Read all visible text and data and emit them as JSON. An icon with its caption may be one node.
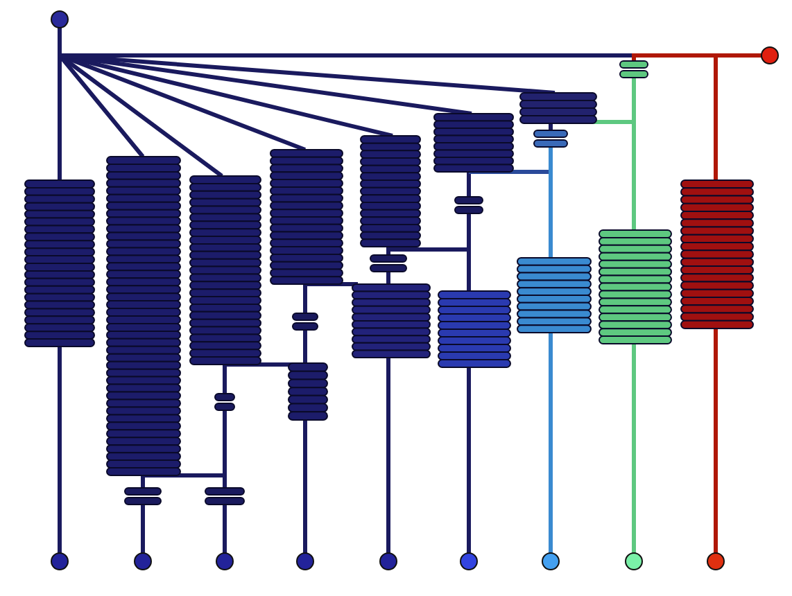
{
  "diagram": {
    "nodes": [
      {
        "text": [],
        "shape": "circle"
      },
      {
        "text": [],
        "shape": "circle"
      },
      {
        "text": [],
        "shape": "circle"
      },
      {
        "text": [],
        "shape": "circle"
      },
      {
        "text": [],
        "shape": "circle"
      },
      {
        "text": [],
        "shape": "circle"
      },
      {
        "text": [],
        "shape": "circle"
      },
      {
        "text": [],
        "shape": "circle"
      },
      {
        "text": [],
        "shape": "circle"
      },
      {
        "text": [],
        "shape": "circle"
      },
      {
        "text": [],
        "shape": "circle"
      },
      {
        "text": [],
        "shape": "coil"
      },
      {
        "text": [],
        "shape": "coil"
      },
      {
        "text": [],
        "shape": "coil"
      },
      {
        "text": [],
        "shape": "coil"
      },
      {
        "text": [],
        "shape": "coil"
      },
      {
        "text": [],
        "shape": "coil"
      },
      {
        "text": [],
        "shape": "coil"
      },
      {
        "text": [],
        "shape": "coil"
      },
      {
        "text": [],
        "shape": "coil"
      },
      {
        "text": [],
        "shape": "coil"
      },
      {
        "text": [],
        "shape": "coil"
      },
      {
        "text": [],
        "shape": "coil"
      },
      {
        "text": [],
        "shape": "coil"
      },
      {
        "text": [],
        "shape": "capacitor"
      },
      {
        "text": [],
        "shape": "capacitor"
      },
      {
        "text": [],
        "shape": "capacitor"
      },
      {
        "text": [],
        "shape": "capacitor"
      },
      {
        "text": [],
        "shape": "capacitor"
      },
      {
        "text": [],
        "shape": "capacitor"
      },
      {
        "text": [],
        "shape": "capacitor"
      },
      {
        "text": [],
        "shape": "capacitor"
      }
    ],
    "edges": [
      {
        "from": 0,
        "to": 11,
        "arrow": "none"
      },
      {
        "from": 0,
        "to": 12,
        "arrow": "none"
      },
      {
        "from": 0,
        "to": 13,
        "arrow": "none"
      },
      {
        "from": 0,
        "to": 14,
        "arrow": "none"
      },
      {
        "from": 0,
        "to": 15,
        "arrow": "none"
      },
      {
        "from": 0,
        "to": 16,
        "arrow": "none"
      },
      {
        "from": 0,
        "to": 17,
        "arrow": "none"
      },
      {
        "from": 0,
        "to": 31,
        "arrow": "none"
      },
      {
        "from": 1,
        "to": 31,
        "arrow": "none",
        "color": "#b01808"
      },
      {
        "from": 1,
        "to": 23,
        "arrow": "none",
        "color": "#b01808"
      },
      {
        "from": 11,
        "to": 2,
        "arrow": "none"
      },
      {
        "from": 12,
        "to": 24,
        "arrow": "none"
      },
      {
        "from": 12,
        "to": 25,
        "arrow": "none"
      },
      {
        "from": 26,
        "to": 25,
        "arrow": "none"
      },
      {
        "from": 13,
        "to": 26,
        "arrow": "none"
      },
      {
        "from": 13,
        "to": 19,
        "arrow": "none"
      },
      {
        "from": 27,
        "to": 19,
        "arrow": "none"
      },
      {
        "from": 14,
        "to": 27,
        "arrow": "none"
      },
      {
        "from": 14,
        "to": 18,
        "arrow": "none"
      },
      {
        "from": 28,
        "to": 18,
        "arrow": "none"
      },
      {
        "from": 15,
        "to": 28,
        "arrow": "none"
      },
      {
        "from": 15,
        "to": 20,
        "arrow": "none"
      },
      {
        "from": 29,
        "to": 20,
        "arrow": "none"
      },
      {
        "from": 16,
        "to": 29,
        "arrow": "none"
      },
      {
        "from": 16,
        "to": 21,
        "arrow": "none",
        "color": "#2a4a9a"
      },
      {
        "from": 30,
        "to": 21,
        "arrow": "none",
        "color": "#3a8ad0"
      },
      {
        "from": 17,
        "to": 30,
        "arrow": "none"
      },
      {
        "from": 17,
        "to": 22,
        "arrow": "none",
        "color": "#5ec880"
      },
      {
        "from": 31,
        "to": 22,
        "arrow": "none",
        "color": "#5ec880"
      },
      {
        "from": 19,
        "to": 5,
        "arrow": "none"
      },
      {
        "from": 18,
        "to": 6,
        "arrow": "none"
      },
      {
        "from": 20,
        "to": 7,
        "arrow": "none"
      },
      {
        "from": 21,
        "to": 8,
        "arrow": "none",
        "color": "#3a8ad0"
      },
      {
        "from": 22,
        "to": 9,
        "arrow": "none",
        "color": "#5ec880"
      },
      {
        "from": 23,
        "to": 10,
        "arrow": "none",
        "color": "#b01808"
      },
      {
        "from": 24,
        "to": 3,
        "arrow": "none"
      },
      {
        "from": 25,
        "to": 4,
        "arrow": "none"
      }
    ]
  }
}
